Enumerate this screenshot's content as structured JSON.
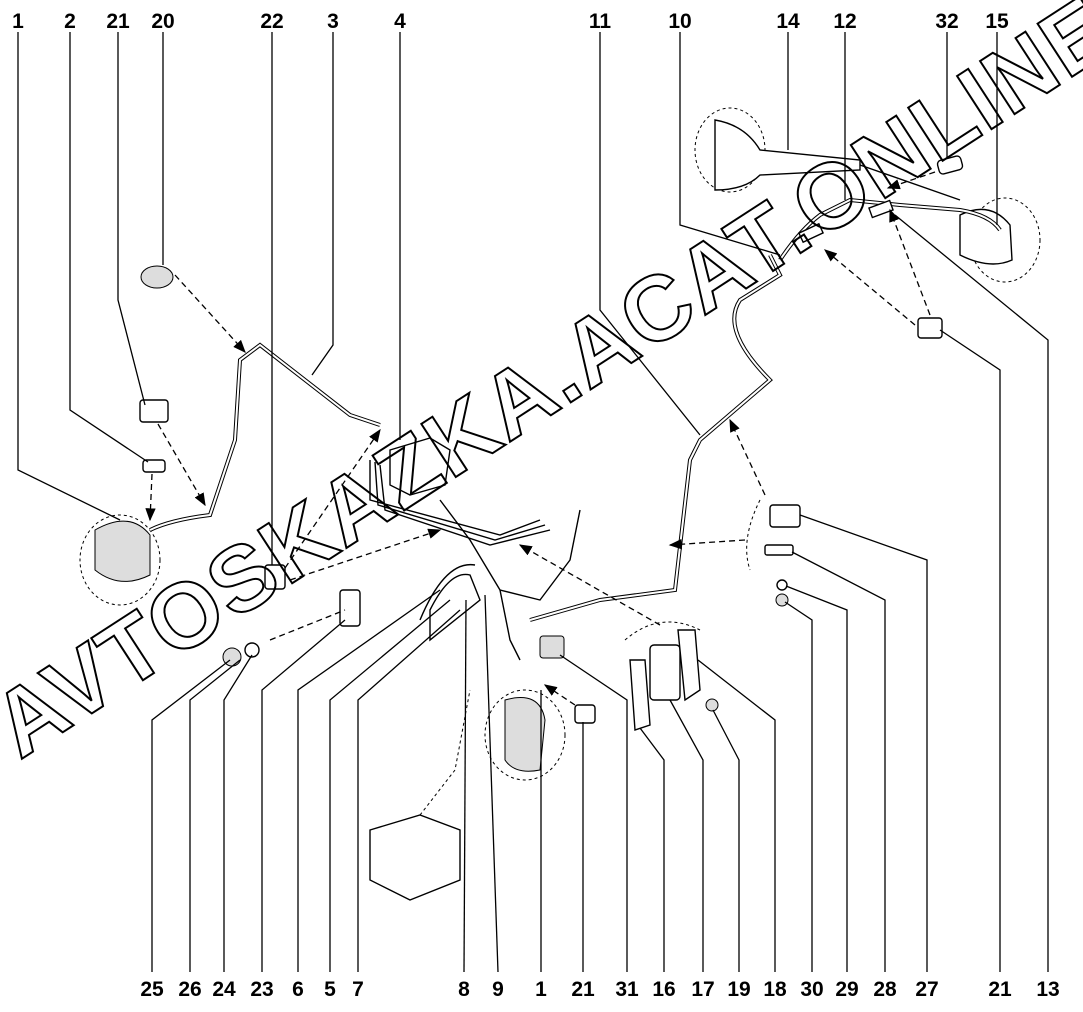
{
  "title_watermark": "AVTOSKAZKA.ACAT.ONLINE",
  "top_labels": [
    "1",
    "2",
    "21",
    "20",
    "22",
    "3",
    "4",
    "11",
    "10",
    "14",
    "12",
    "32",
    "15"
  ],
  "bottom_labels": [
    "25",
    "26",
    "24",
    "23",
    "6",
    "5",
    "7",
    "8",
    "9",
    "1",
    "21",
    "31",
    "16",
    "17",
    "19",
    "18",
    "30",
    "29",
    "28",
    "27",
    "21",
    "13"
  ]
}
